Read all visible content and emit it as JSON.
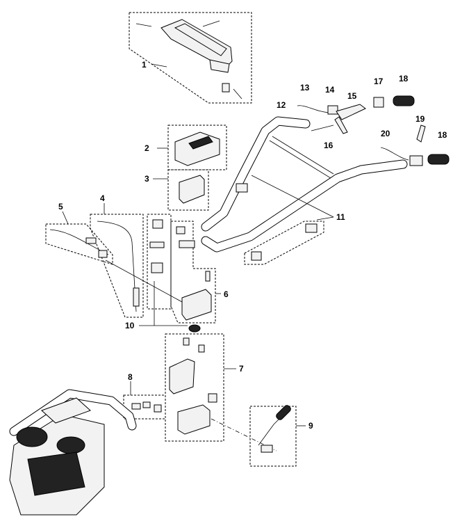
{
  "diagram": {
    "callouts": [
      {
        "id": "c1",
        "label": "1"
      },
      {
        "id": "c2",
        "label": "2"
      },
      {
        "id": "c3",
        "label": "3"
      },
      {
        "id": "c4",
        "label": "4"
      },
      {
        "id": "c5",
        "label": "5"
      },
      {
        "id": "c6",
        "label": "6"
      },
      {
        "id": "c7",
        "label": "7"
      },
      {
        "id": "c8",
        "label": "8"
      },
      {
        "id": "c9",
        "label": "9"
      },
      {
        "id": "c10",
        "label": "10"
      },
      {
        "id": "c11",
        "label": "11"
      },
      {
        "id": "c12",
        "label": "12"
      },
      {
        "id": "c13",
        "label": "13"
      },
      {
        "id": "c14",
        "label": "14"
      },
      {
        "id": "c15",
        "label": "15"
      },
      {
        "id": "c16",
        "label": "16"
      },
      {
        "id": "c17",
        "label": "17"
      },
      {
        "id": "c18a",
        "label": "18"
      },
      {
        "id": "c18b",
        "label": "18"
      },
      {
        "id": "c19",
        "label": "19"
      },
      {
        "id": "c20",
        "label": "20"
      }
    ]
  }
}
